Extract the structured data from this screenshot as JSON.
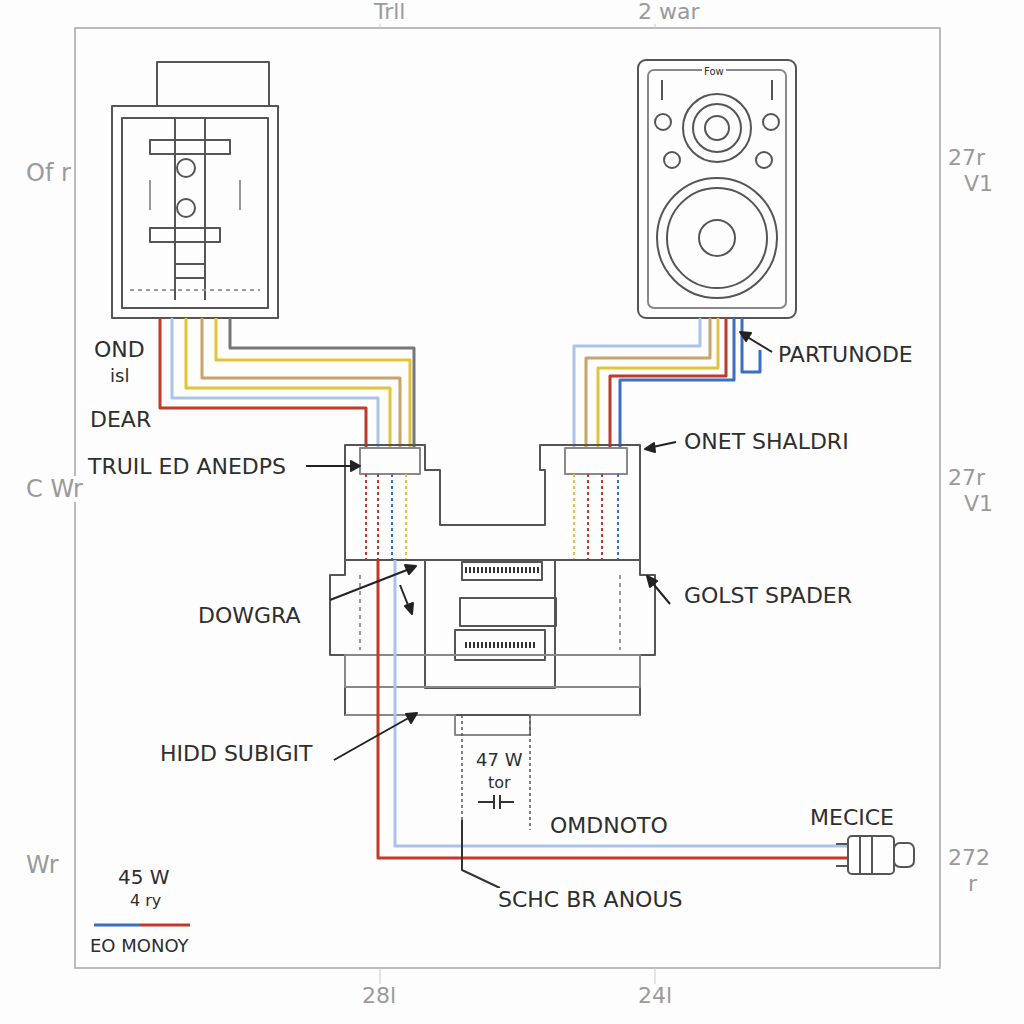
{
  "diagram": {
    "labels": [
      "Trll",
      "2 war",
      "Of r",
      "C Wr",
      "Wr",
      "27r",
      "V1",
      "27r",
      "V1",
      "272",
      "r",
      "28l",
      "24l",
      "OND",
      "isl",
      "DEAR",
      "TRUIL ED ANEDPS",
      "PARTUNODE",
      "ONET SHALDRI",
      "GOLST SPADER",
      "DOWGRA",
      "HIDD SUBIGIT",
      "47 W",
      "tor",
      "OMDNOTO",
      "MECICE",
      "SCHC BR ANOUS",
      "45 W",
      "4 ry",
      "EO MONOY",
      "Fow"
    ]
  }
}
